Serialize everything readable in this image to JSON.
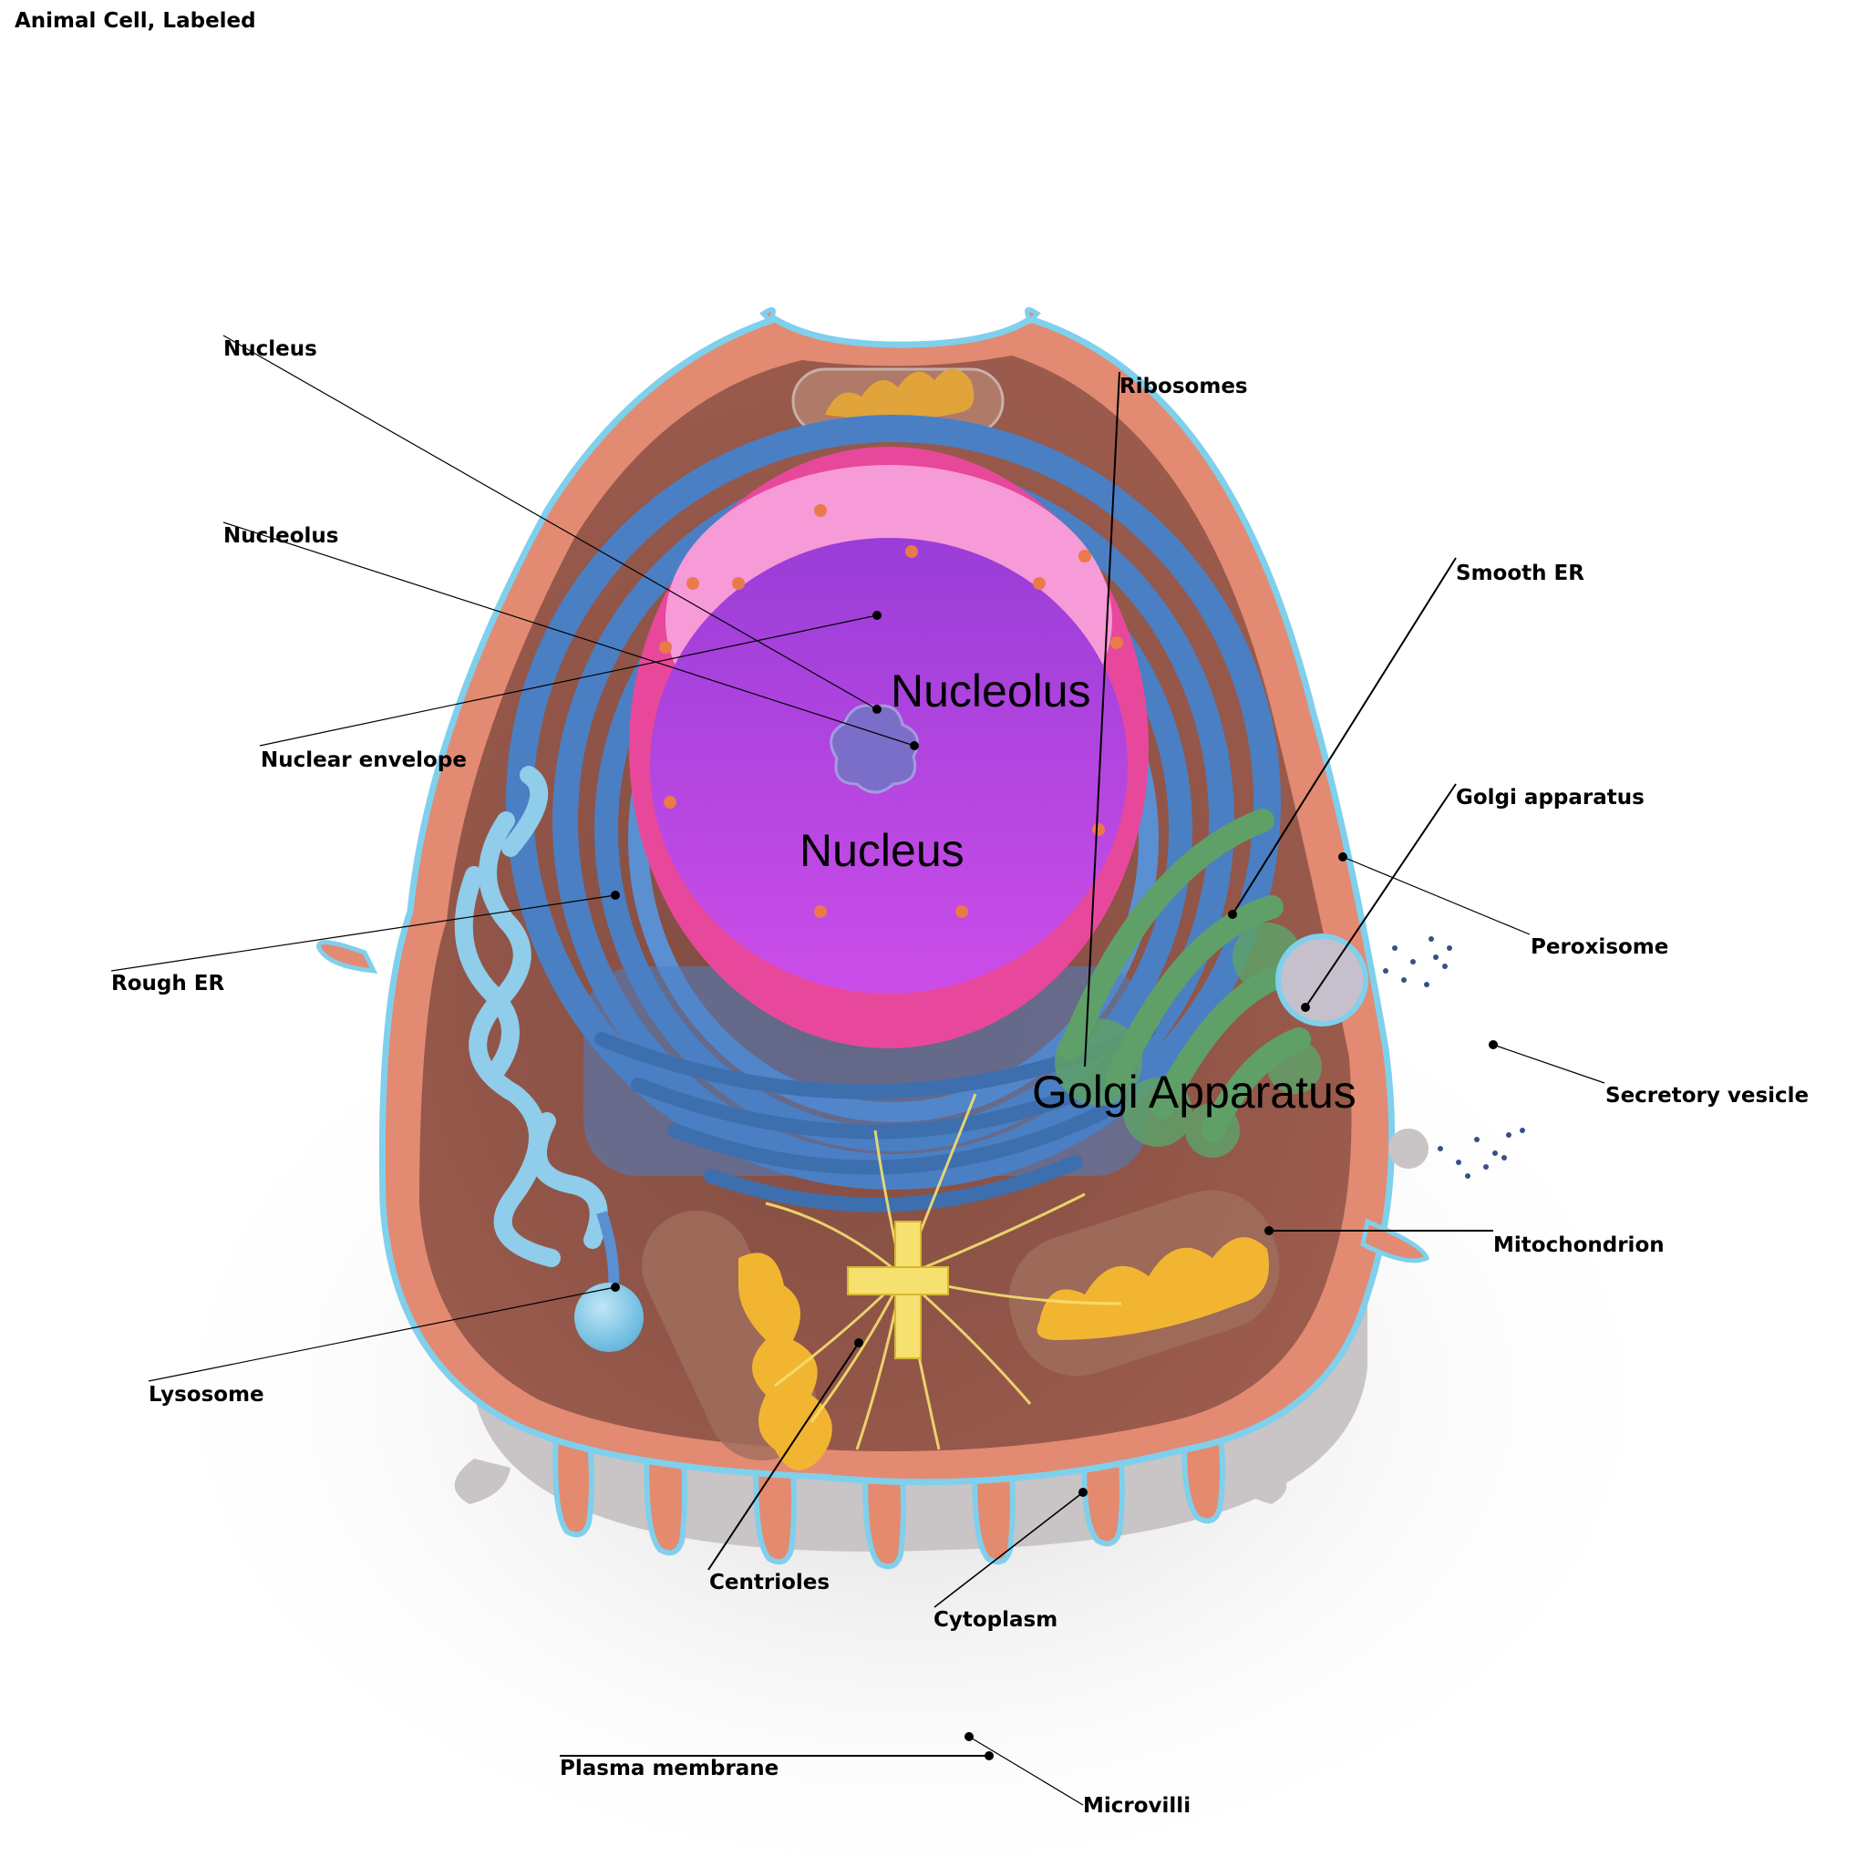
{
  "title": "Animal Cell, Labeled",
  "in_image_labels": {
    "nucleolus": "Nucleolus",
    "nucleus": "Nucleus",
    "golgi": "Golgi Apparatus"
  },
  "callouts": [
    {
      "id": "nucleus",
      "text": "Nucleus"
    },
    {
      "id": "nucleolus",
      "text": "Nucleolus"
    },
    {
      "id": "nuclear-envelope",
      "text": "Nuclear envelope"
    },
    {
      "id": "rough-er",
      "text": "Rough ER"
    },
    {
      "id": "lysosome",
      "text": "Lysosome"
    },
    {
      "id": "ribosomes",
      "text": "Ribosomes"
    },
    {
      "id": "smooth-er",
      "text": "Smooth ER"
    },
    {
      "id": "golgi-apparatus",
      "text": "Golgi apparatus"
    },
    {
      "id": "peroxisome",
      "text": "Peroxisome"
    },
    {
      "id": "secretory-vesicle",
      "text": "Secretory vesicle"
    },
    {
      "id": "mitochondrion",
      "text": "Mitochondrion"
    },
    {
      "id": "centrioles",
      "text": "Centrioles"
    },
    {
      "id": "cytoplasm",
      "text": "Cytoplasm"
    },
    {
      "id": "plasma-membrane",
      "text": "Plasma membrane"
    },
    {
      "id": "microvilli",
      "text": "Microvilli"
    }
  ],
  "colors": {
    "cytoplasm": "#8a5448",
    "membrane": "#e38a72",
    "membrane_edge": "#7fd0ec",
    "rough_er": "#4a7fc4",
    "nucleus": "#b03ae0",
    "nuclear_envelope": "#f060b8",
    "golgi": "#5fa068",
    "mitochondrion": "#f2b531",
    "smooth_er": "#8fcdea",
    "centrioles": "#f5e070"
  }
}
